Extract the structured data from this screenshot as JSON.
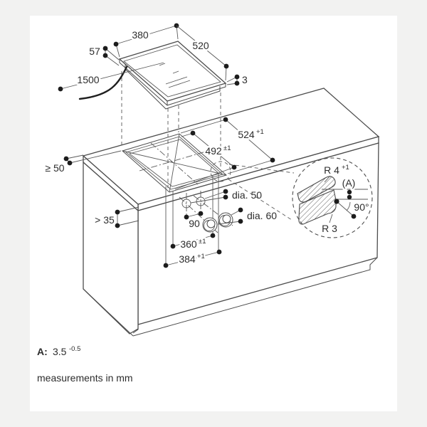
{
  "colors": {
    "page_background": "#f2f2f1",
    "canvas": "#ffffff",
    "line": "#4d4d4d",
    "text": "#2d2d2d",
    "dot": "#1c1c1c"
  },
  "diagram": {
    "type": "cooktop flush installation drawing",
    "dims": {
      "cooktop_width": {
        "main": "380",
        "sup": ""
      },
      "cooktop_depth": {
        "main": "520",
        "sup": ""
      },
      "cooktop_height": {
        "main": "57",
        "sup": ""
      },
      "cable_length": {
        "main": "1500",
        "sup": ""
      },
      "glass_thickness": {
        "main": "3",
        "sup": ""
      },
      "recess_depth": {
        "main": "524",
        "sup": "+1"
      },
      "cutout_depth": {
        "main": "492",
        "sup": "±1"
      },
      "min_side_clearance": {
        "main": "≥ 50",
        "sup": ""
      },
      "min_under_clearance": {
        "main": "> 35",
        "sup": ""
      },
      "knob_spacing": {
        "main": "90",
        "sup": ""
      },
      "hole_diameter": {
        "main": "dia. 50",
        "sup": ""
      },
      "knob_diameter": {
        "main": "dia. 60",
        "sup": ""
      },
      "cutout_width": {
        "main": "360",
        "sup": "±1"
      },
      "recess_width": {
        "main": "384",
        "sup": "+1"
      },
      "detail_radius_top": {
        "main": "R 4",
        "sup": "+1"
      },
      "detail_radius_bottom": {
        "main": "R 3",
        "sup": ""
      },
      "detail_angle": {
        "main": "90°",
        "sup": ""
      },
      "detail_ref": {
        "main": "(A)",
        "sup": ""
      }
    },
    "footer": {
      "a_label": "A:",
      "a_value": "3.5",
      "a_tolerance": "-0.5",
      "units_note": "measurements in mm"
    }
  }
}
